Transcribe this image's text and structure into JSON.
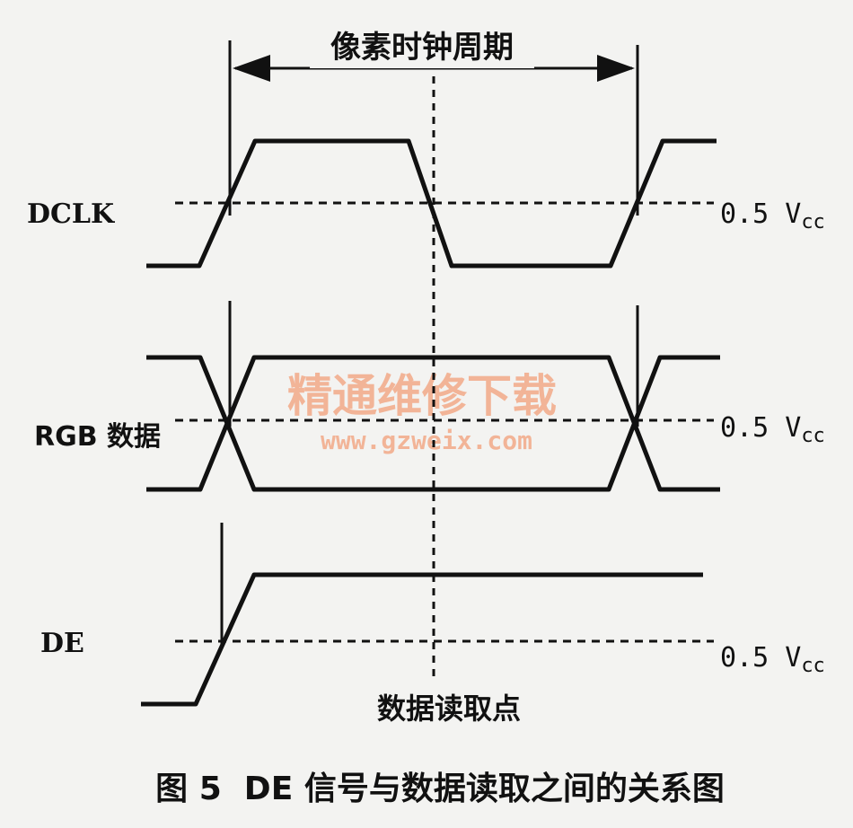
{
  "title_top": "像素时钟周期",
  "signals": {
    "dclk": "DCLK",
    "rgb": "RGB 数据",
    "de": "DE"
  },
  "threshold": {
    "prefix": "0.5 V",
    "subscript": "cc"
  },
  "sample_label": "数据读取点",
  "watermark": {
    "cn": "精通维修下载",
    "url": "www.gzweix.com"
  },
  "caption": "图 5  DE 信号与数据读取之间的关系图",
  "colors": {
    "ink": "#111111",
    "watermark": "#f2a07a",
    "background": "#f3f3f1"
  }
}
